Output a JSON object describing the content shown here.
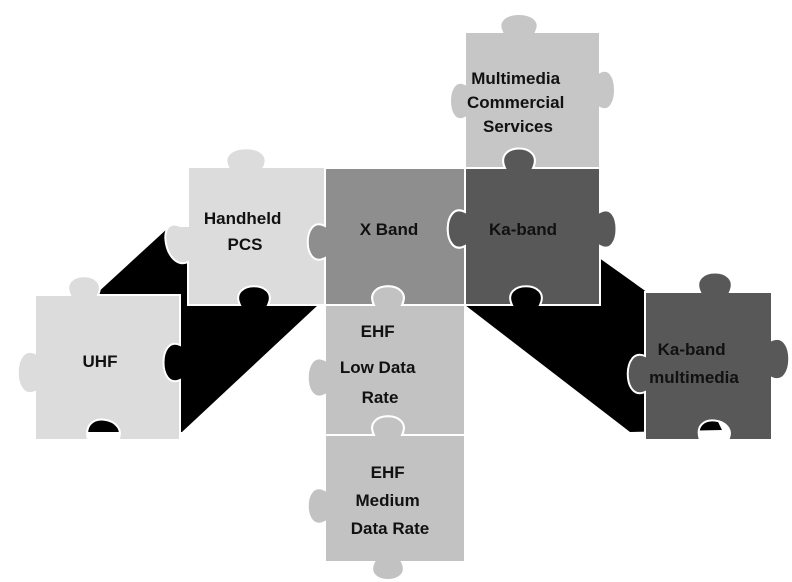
{
  "colors": {
    "background": "#ffffff",
    "light_piece": "#d9d9d9",
    "mid_piece": "#bdbdbd",
    "gray_piece": "#8c8c8c",
    "dark_piece": "#555555",
    "shadow": "#000000",
    "outline": "#ffffff"
  },
  "pieces": {
    "multimedia_commercial": {
      "lines": [
        "Multimedia",
        "Commercial",
        "Services"
      ]
    },
    "handheld_pcs": {
      "lines": [
        "Handheld",
        "PCS"
      ]
    },
    "x_band": {
      "lines": [
        "X Band"
      ]
    },
    "ka_band": {
      "lines": [
        "Ka-band"
      ]
    },
    "ehf_low": {
      "lines": [
        "EHF",
        "Low Data",
        "Rate"
      ]
    },
    "ehf_medium": {
      "lines": [
        "EHF",
        "Medium",
        "Data Rate"
      ]
    },
    "uhf": {
      "lines": [
        "UHF"
      ]
    },
    "ka_band_multimedia": {
      "lines": [
        "Ka-band",
        "multimedia"
      ]
    }
  }
}
